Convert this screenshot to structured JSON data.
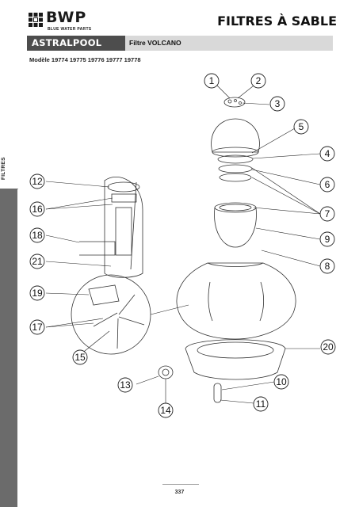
{
  "header": {
    "logo": {
      "wordmark": "BWP",
      "tagline": "BLUE WATER PARTS"
    },
    "title": "FILTRES À SABLE"
  },
  "brand_bar": {
    "brand": "ASTRALPOOL",
    "product": "Filtre VOLCANO"
  },
  "models": "Modèle 19774 19775 19776 19777 19778",
  "side_tab": {
    "label": "FILTRES"
  },
  "callouts": [
    "1",
    "2",
    "3",
    "4",
    "5",
    "6",
    "7",
    "8",
    "9",
    "10",
    "11",
    "12",
    "13",
    "14",
    "15",
    "16",
    "17",
    "18",
    "19",
    "20",
    "21"
  ],
  "footer": {
    "page_number": "337"
  },
  "colors": {
    "brand_bar": "#4d4d4d",
    "subtitle_bar": "#d9d9d9",
    "side_tab": "#6b6b6b",
    "line": "#333333"
  }
}
